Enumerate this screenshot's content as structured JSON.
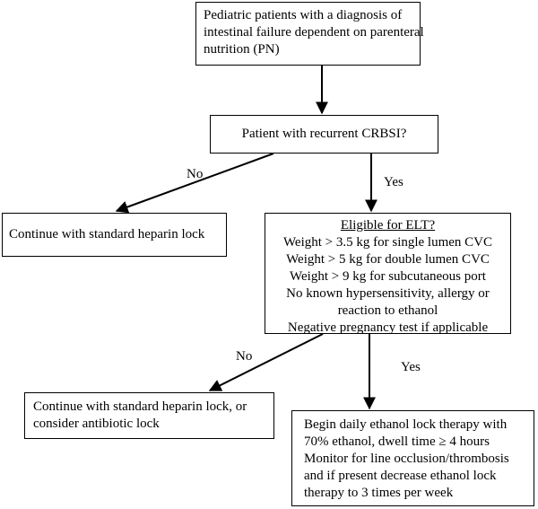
{
  "flowchart": {
    "start": {
      "lines": [
        "Pediatric patients with a diagnosis of",
        "intestinal failure dependent on parenteral",
        "nutrition (PN)"
      ]
    },
    "question": {
      "text": "Patient with recurrent CRBSI?"
    },
    "no_branch_1": {
      "label": "No",
      "result": "Continue with standard heparin lock"
    },
    "yes_branch_1": {
      "label": "Yes",
      "eligibility": {
        "heading": "Eligible for ELT?",
        "lines": [
          "Weight > 3.5 kg for single lumen CVC",
          "Weight > 5 kg for double lumen CVC",
          "Weight > 9 kg for subcutaneous port",
          "No known hypersensitivity, allergy or",
          "reaction to ethanol",
          "Negative pregnancy test if applicable"
        ]
      }
    },
    "no_branch_2": {
      "label": "No",
      "result_lines": [
        "Continue with standard heparin lock, or",
        "consider antibiotic lock"
      ]
    },
    "yes_branch_2": {
      "label": "Yes",
      "result_lines": [
        "Begin daily ethanol lock therapy with",
        "70% ethanol, dwell time ≥ 4 hours",
        "Monitor for line occlusion/thrombosis",
        "and if present decrease ethanol lock",
        "therapy to 3 times per week"
      ]
    }
  }
}
